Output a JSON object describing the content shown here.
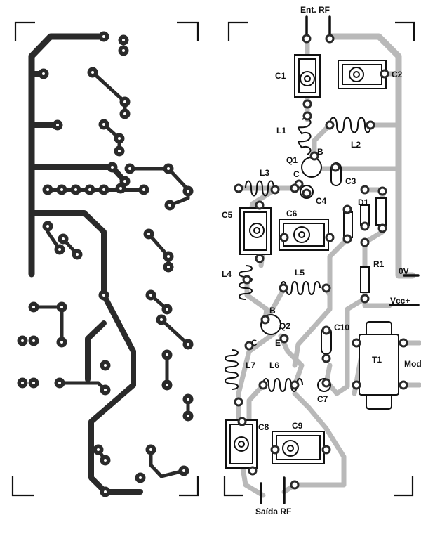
{
  "colors": {
    "copper": "#2a2a2a",
    "trace": "#b9b9b9",
    "ink": "#111111",
    "paper": "#ffffff"
  },
  "labels": {
    "ent_rf": "Ent. RF",
    "saida_rf": "Saída RF",
    "ov": "0V",
    "vcc": "Vcc+",
    "mod": "Mod",
    "c1": "C1",
    "c2": "C2",
    "c3": "C3",
    "c4": "C4",
    "c5": "C5",
    "c6": "C6",
    "c7": "C7",
    "c8": "C8",
    "c9": "C9",
    "c10": "C10",
    "l1": "L1",
    "l2": "L2",
    "l3": "L3",
    "l4": "L4",
    "l5": "L5",
    "l6": "L6",
    "l7": "L7",
    "q1": "Q1",
    "q2": "Q2",
    "q1_b": "B",
    "q1_c": "C",
    "q2_b": "B",
    "q2_c": "C",
    "q2_e": "E",
    "d1": "D1",
    "r1": "R1",
    "t1": "T1"
  }
}
